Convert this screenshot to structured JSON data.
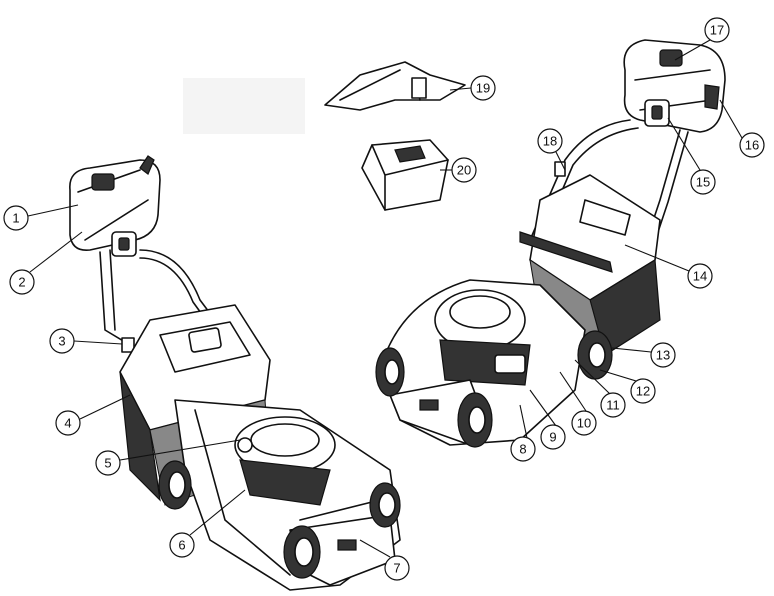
{
  "title": "Lawn mower component identification diagram",
  "callouts": {
    "c1": "1",
    "c2": "2",
    "c3": "3",
    "c4": "4",
    "c5": "5",
    "c6": "6",
    "c7": "7",
    "c8": "8",
    "c9": "9",
    "c10": "10",
    "c11": "11",
    "c12": "12",
    "c13": "13",
    "c14": "14",
    "c15": "15",
    "c16": "16",
    "c17": "17",
    "c18": "18",
    "c19": "19",
    "c20": "20"
  }
}
